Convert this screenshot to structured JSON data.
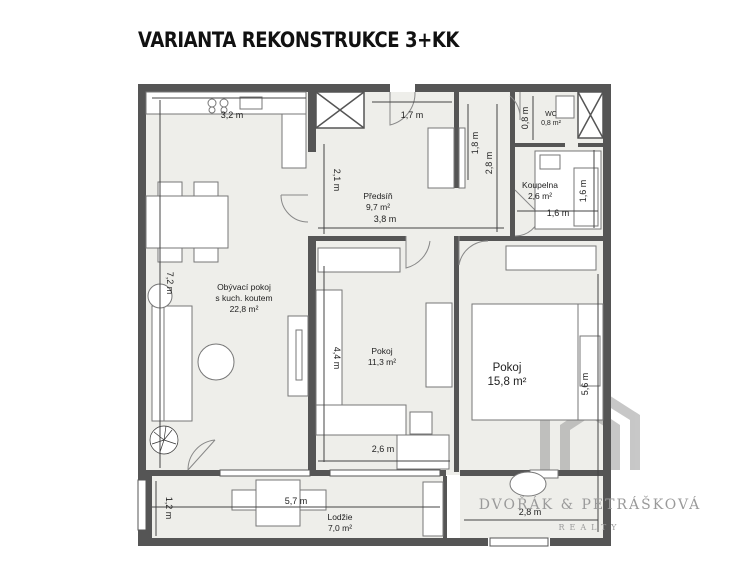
{
  "title": "VARIANTA REKONSTRUKCE 3+KK",
  "rooms": {
    "living": {
      "name1": "Obývací pokoj",
      "name2": "s kuch. koutem",
      "area": "22,8 m²"
    },
    "hall": {
      "name": "Předsíň",
      "area": "9,7 m²"
    },
    "wc": {
      "name": "WC",
      "area": "0,8 m²"
    },
    "bath": {
      "name": "Koupelna",
      "area": "2,6 m²"
    },
    "room1": {
      "name": "Pokoj",
      "area": "11,3 m²"
    },
    "room2": {
      "name": "Pokoj",
      "area": "15,8 m²"
    },
    "loggia": {
      "name": "Lodžie",
      "area": "7,0 m²"
    }
  },
  "dimensions": {
    "living_width": "3,2 m",
    "living_depth": "7,2 m",
    "hall_top": "1,7 m",
    "hall_height": "2,1 m",
    "hall_width": "3,8 m",
    "closet_h1": "1,8 m",
    "closet_h2": "2,8 m",
    "wc_h": "0,8 m",
    "bath_w": "1,6 m",
    "bath_h": "1,6 m",
    "room1_depth": "4,4 m",
    "room1_width": "2,6 m",
    "room2_depth": "5,6 m",
    "room2_width": "2,8 m",
    "loggia_width": "5,7 m",
    "loggia_depth": "1,2 m"
  },
  "watermark": {
    "line1": "DVOŘÁK & PETRÁŠKOVÁ",
    "line2": "REALTY"
  },
  "colors": {
    "wall": "#555555",
    "floor": "#eeeeea",
    "furniture": "#ffffff",
    "dimension": "#444444"
  }
}
